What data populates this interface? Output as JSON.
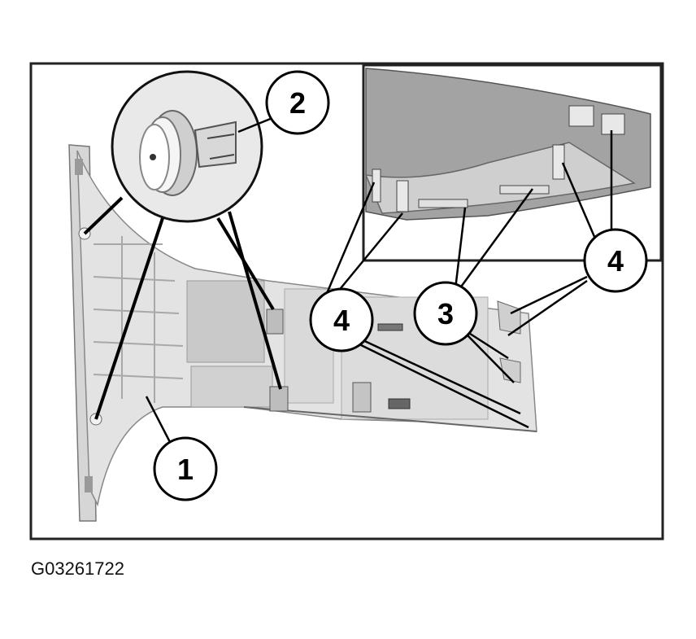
{
  "figure_id": "G03261722",
  "callouts": [
    "1",
    "2",
    "3",
    "4"
  ],
  "colors": {
    "frame": "#222222",
    "panel_light": "#dedede",
    "panel_shadow": "#b9b9b9",
    "inset_gray": "#9a9a9a",
    "leader": "#000000"
  }
}
